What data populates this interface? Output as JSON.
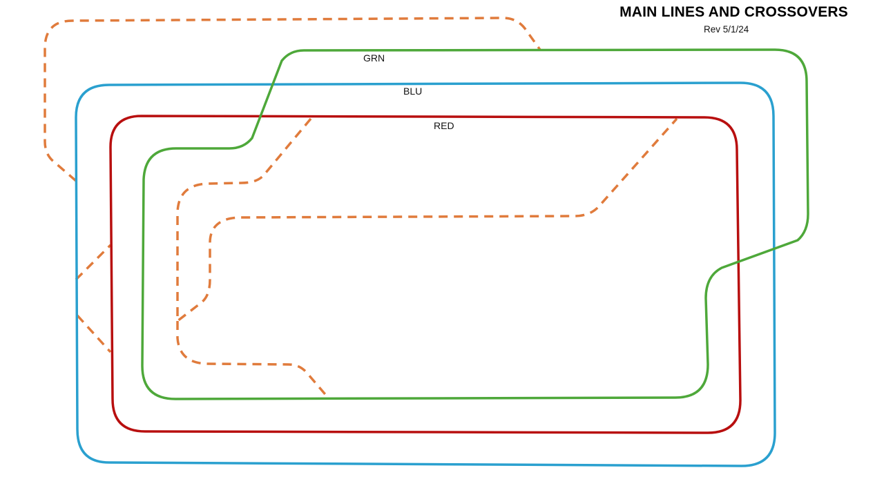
{
  "title": "MAIN LINES AND CROSSOVERS",
  "revision": "Rev 5/1/24",
  "lines": {
    "green": {
      "label": "GRN",
      "color": "#4ea83a"
    },
    "blue": {
      "label": "BLU",
      "color": "#2aa0cf"
    },
    "red": {
      "label": "RED",
      "color": "#b80f0f"
    }
  },
  "crossover_color": "#e07b3c"
}
